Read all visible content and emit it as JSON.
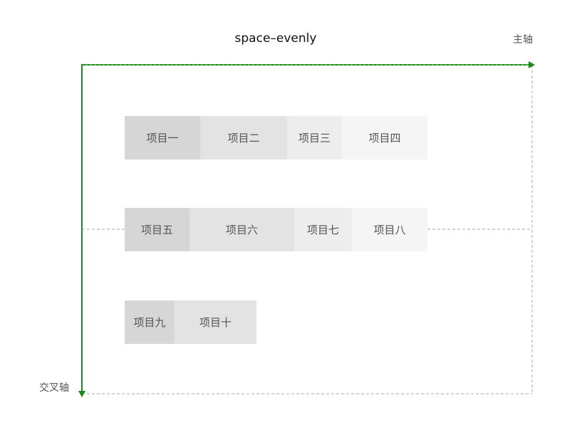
{
  "title": "space–evenly",
  "main_axis_label": "主轴",
  "cross_axis_label": "交叉轴",
  "axis_color": "#1a8a1a",
  "rows": [
    {
      "items": [
        "项目一",
        "项目二",
        "项目三",
        "项目四"
      ]
    },
    {
      "items": [
        "项目五",
        "项目六",
        "项目七",
        "项目八"
      ]
    },
    {
      "items": [
        "项目九",
        "项目十"
      ]
    }
  ]
}
